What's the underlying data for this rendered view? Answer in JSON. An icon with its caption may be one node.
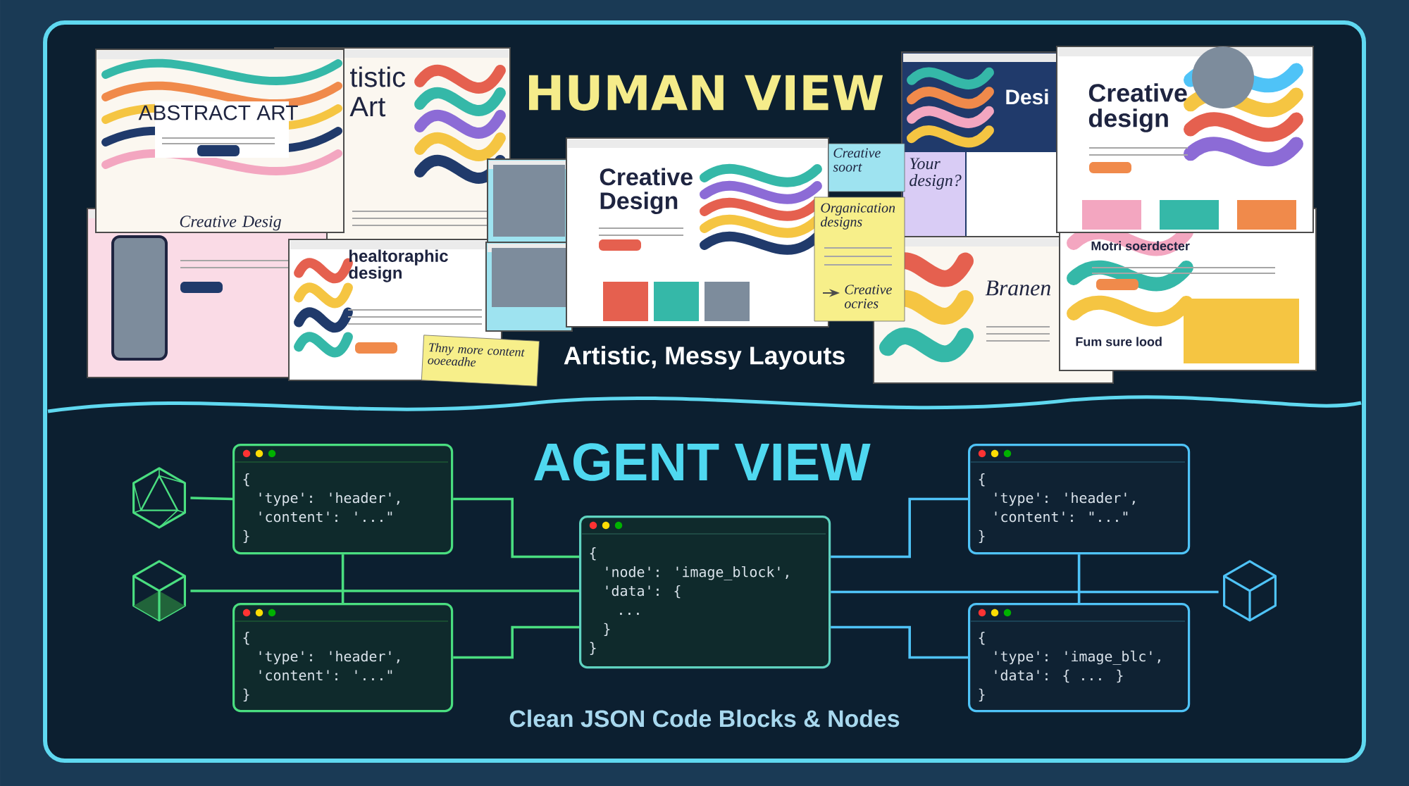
{
  "diagram": {
    "nodes": [
      {
        "text": [],
        "shape": "picture"
      },
      {
        "text": [],
        "shape": "picture"
      },
      {
        "text": [
          "{",
          "'type': 'header',",
          "'content': '...\"",
          "}"
        ]
      },
      {
        "text": [
          "{",
          "'type': 'header',",
          "'content': '...\"",
          "}"
        ]
      },
      {
        "text": [
          "{",
          "'node': 'image_block',",
          "'data': {",
          "...",
          "}",
          "}"
        ]
      },
      {
        "text": [
          "{",
          "'type': 'header',",
          "'content': \"...\"",
          "}"
        ]
      },
      {
        "text": [
          "{",
          "'type': 'image_blc',",
          "'data': { ... }",
          "}"
        ]
      },
      {
        "text": [],
        "shape": "picture"
      }
    ],
    "edges": [
      {
        "from": 0,
        "to": 2,
        "arrow": "none"
      },
      {
        "from": 2,
        "to": 4,
        "arrow": "none"
      },
      {
        "from": 1,
        "to": 4,
        "arrow": "none"
      },
      {
        "from": 2,
        "to": 3,
        "arrow": "none"
      },
      {
        "from": 3,
        "to": 4,
        "arrow": "none"
      },
      {
        "from": 4,
        "to": 5,
        "arrow": "none",
        "color": "#4fc3f7"
      },
      {
        "from": 4,
        "to": 7,
        "arrow": "none",
        "color": "#4fc3f7"
      },
      {
        "from": 5,
        "to": 6,
        "arrow": "none",
        "color": "#4fc3f7"
      },
      {
        "from": 4,
        "to": 6,
        "arrow": "none",
        "color": "#4fc3f7"
      }
    ],
    "labels": [
      "ABSTRACT ART",
      "tistic Art",
      "HUMAN VIEW",
      "Desi",
      "Creative design",
      "Creative Design",
      "Creative soort",
      "Your design?",
      "Organication designs",
      "Creative Desig",
      "healtoraphic design",
      "Motri soerdecter",
      "Creative ocries",
      "Branen",
      "Fum sure lood",
      "Thny more content ooeeadhe",
      "Artistic, Messy Layouts",
      "AGENT VIEW",
      "Clean JSON Code Blocks & Nodes"
    ]
  }
}
